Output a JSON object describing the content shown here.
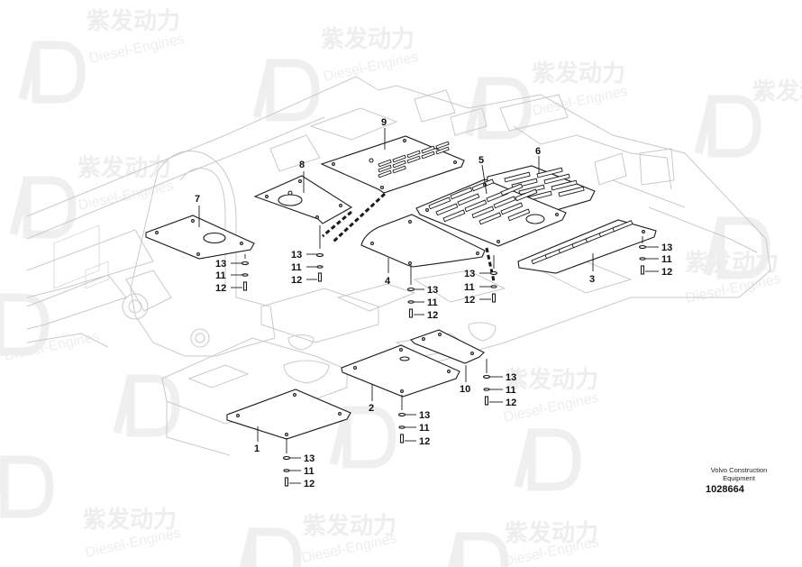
{
  "watermark": {
    "chinese": "紫发动力",
    "english": "Diesel-Engines"
  },
  "callouts": {
    "p1": "1",
    "p2": "2",
    "p3": "3",
    "p4": "4",
    "p5": "5",
    "p6": "6",
    "p7": "7",
    "p8": "8",
    "p9": "9",
    "p10": "10",
    "fastener_13": "13",
    "fastener_11": "11",
    "fastener_12": "12"
  },
  "footer": {
    "brand": "Volvo Construction Equipment",
    "doc_number": "1028664"
  }
}
